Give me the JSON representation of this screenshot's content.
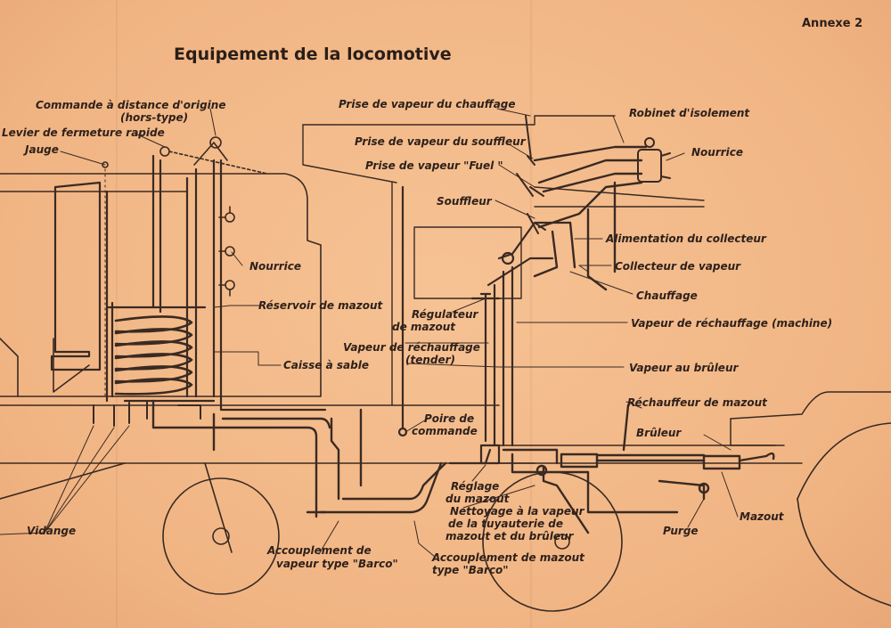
{
  "title": "Equipement de la locomotive",
  "annex": "Annexe 2",
  "labels": {
    "commande_distance": "Commande à distance d'origine",
    "hors_type": "(hors-type)",
    "levier": "Levier de fermeture rapide",
    "jauge": "Jauge",
    "nourrice_left": "Nourrice",
    "reservoir": "Réservoir de mazout",
    "caisse": "Caisse à sable",
    "vidange": "Vidange",
    "accouplement_vapeur_1": "Accouplement de",
    "accouplement_vapeur_2": "vapeur type \"Barco\"",
    "accouplement_mazout_1": "Accouplement de mazout",
    "accouplement_mazout_2": "type \"Barco\"",
    "prise_chauffage": "Prise de vapeur du chauffage",
    "prise_souffleur": "Prise de vapeur du souffleur",
    "prise_fuel": "Prise de vapeur \"Fuel \"",
    "souffleur": "Souffleur",
    "robinet": "Robinet d'isolement",
    "nourrice_right": "Nourrice",
    "alimentation": "Alimentation du collecteur",
    "collecteur": "Collecteur de vapeur",
    "chauffage": "Chauffage",
    "regulateur_1": "Régulateur",
    "regulateur_2": "de mazout",
    "vapeur_rech_machine": "Vapeur de réchauffage (machine)",
    "vapeur_rech_tender_1": "Vapeur de réchauffage",
    "vapeur_rech_tender_2": "(tender)",
    "vapeur_bruleur": "Vapeur au brûleur",
    "rechauffeur": "Réchauffeur de mazout",
    "bruleur": "Brûleur",
    "poire_1": "Poire de",
    "poire_2": "commande",
    "reglage_1": "Réglage",
    "reglage_2": "du mazout",
    "nettoyage_1": "Nettoyage à la vapeur",
    "nettoyage_2": "de la tuyauterie de",
    "nettoyage_3": "mazout et du brûleur",
    "mazout": "Mazout",
    "purge": "Purge"
  }
}
